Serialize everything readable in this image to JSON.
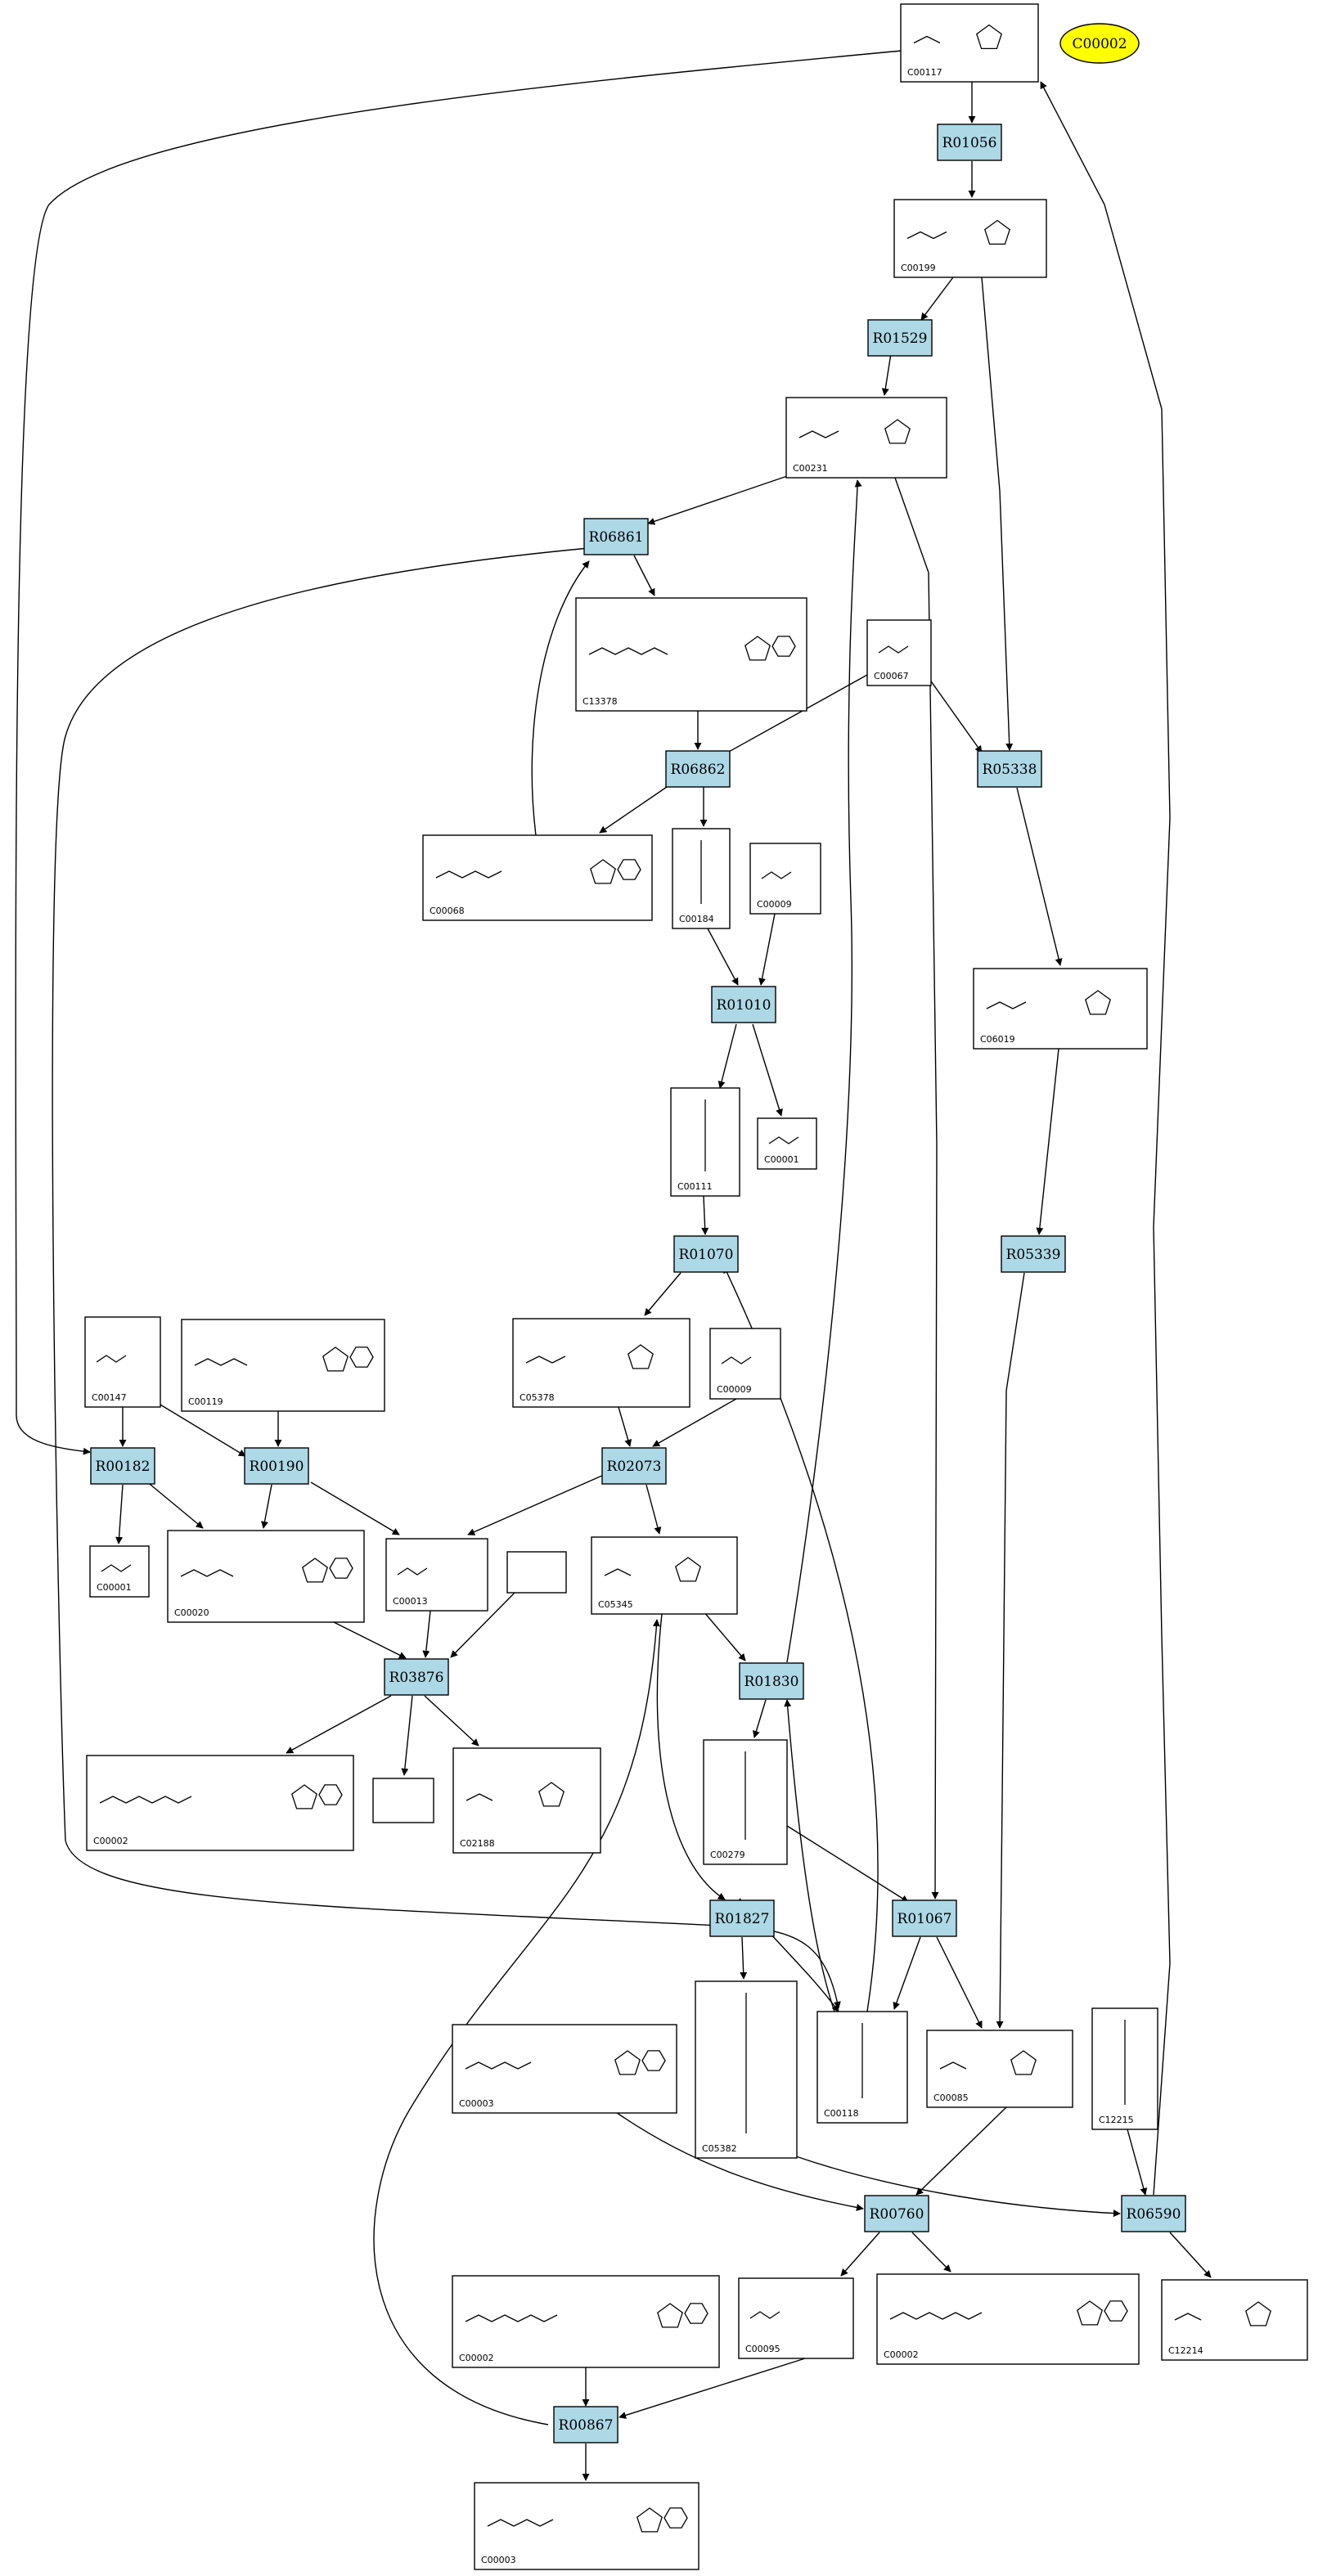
{
  "map_id": "C00002",
  "legend_color": "#ffff00",
  "reaction_color": "#add8e6",
  "reactions": [
    {
      "id": "r_R01056",
      "label": "R01056"
    },
    {
      "id": "r_R01529",
      "label": "R01529"
    },
    {
      "id": "r_R06861",
      "label": "R06861"
    },
    {
      "id": "r_R06862",
      "label": "R06862"
    },
    {
      "id": "r_R05338",
      "label": "R05338"
    },
    {
      "id": "r_R01010",
      "label": "R01010"
    },
    {
      "id": "r_R01070",
      "label": "R01070"
    },
    {
      "id": "r_R05339",
      "label": "R05339"
    },
    {
      "id": "r_R00182",
      "label": "R00182"
    },
    {
      "id": "r_R00190",
      "label": "R00190"
    },
    {
      "id": "r_R02073",
      "label": "R02073"
    },
    {
      "id": "r_R03876",
      "label": "R03876"
    },
    {
      "id": "r_R01830",
      "label": "R01830"
    },
    {
      "id": "r_R01827",
      "label": "R01827"
    },
    {
      "id": "r_R01067",
      "label": "R01067"
    },
    {
      "id": "r_R00760",
      "label": "R00760"
    },
    {
      "id": "r_R06590",
      "label": "R06590"
    },
    {
      "id": "r_R00867",
      "label": "R00867"
    }
  ],
  "compounds": [
    {
      "id": "c_C00117",
      "label": "C00117"
    },
    {
      "id": "c_C00199",
      "label": "C00199"
    },
    {
      "id": "c_C00231",
      "label": "C00231"
    },
    {
      "id": "c_C13378",
      "label": "C13378"
    },
    {
      "id": "c_C00067",
      "label": "C00067"
    },
    {
      "id": "c_C00068",
      "label": "C00068"
    },
    {
      "id": "c_C00184",
      "label": "C00184"
    },
    {
      "id": "c_C00009a",
      "label": "C00009"
    },
    {
      "id": "c_C06019",
      "label": "C06019"
    },
    {
      "id": "c_C00111",
      "label": "C00111"
    },
    {
      "id": "c_C00001a",
      "label": "C00001"
    },
    {
      "id": "c_C00147",
      "label": "C00147"
    },
    {
      "id": "c_C00119",
      "label": "C00119"
    },
    {
      "id": "c_C05378",
      "label": "C05378"
    },
    {
      "id": "c_C00009b",
      "label": "C00009"
    },
    {
      "id": "c_C00001b",
      "label": "C00001"
    },
    {
      "id": "c_C00020",
      "label": "C00020"
    },
    {
      "id": "c_C00013",
      "label": "C00013"
    },
    {
      "id": "c_blank1",
      "label": ""
    },
    {
      "id": "c_C05345",
      "label": "C05345"
    },
    {
      "id": "c_C00002a",
      "label": "C00002"
    },
    {
      "id": "c_blank2",
      "label": ""
    },
    {
      "id": "c_C02188",
      "label": "C02188"
    },
    {
      "id": "c_C00279",
      "label": "C00279"
    },
    {
      "id": "c_C00003a",
      "label": "C00003"
    },
    {
      "id": "c_C05382",
      "label": "C05382"
    },
    {
      "id": "c_C00118",
      "label": "C00118"
    },
    {
      "id": "c_C00085",
      "label": "C00085"
    },
    {
      "id": "c_C12215",
      "label": "C12215"
    },
    {
      "id": "c_C00002b",
      "label": "C00002"
    },
    {
      "id": "c_C00095",
      "label": "C00095"
    },
    {
      "id": "c_C00002c",
      "label": "C00002"
    },
    {
      "id": "c_C12214",
      "label": "C12214"
    },
    {
      "id": "c_C00003b",
      "label": "C00003"
    }
  ]
}
